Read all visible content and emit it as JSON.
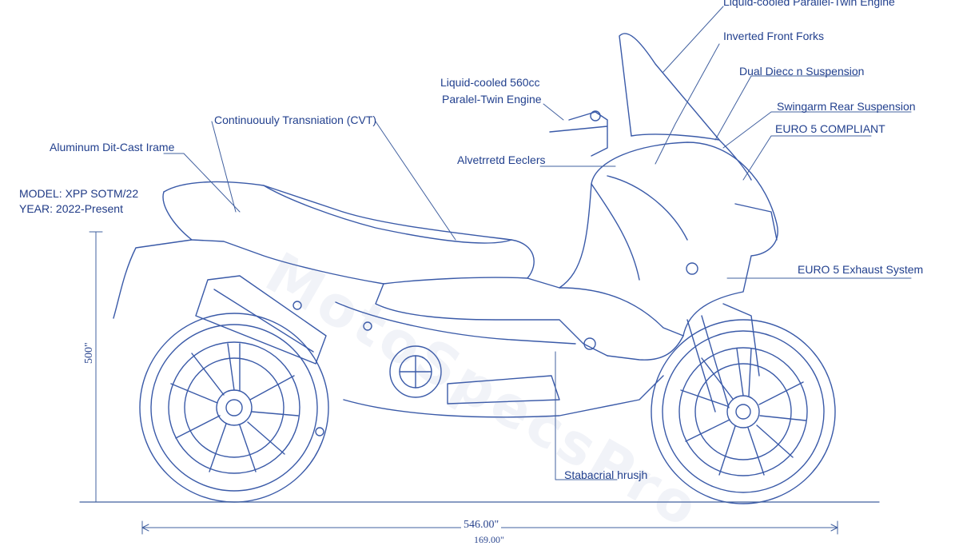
{
  "meta": {
    "model": "MODEL: XPP SOTM/22",
    "year": "YEAR: 2022-Present"
  },
  "callouts": {
    "top_engine": "Liquid-cooled Parallel-Twin Engine",
    "inverted_forks": "Inverted Front Forks",
    "dual_disc": "Dual Diecc n Suspension",
    "swingarm": "Swingarm Rear Suspension",
    "euro5": "EURO 5 COMPLIANT",
    "engine_line1": "Liquid-cooled 560cc",
    "engine_line2": "Paralel-Twin Engine",
    "cvt": "Continuouuly Transniation (CVT)",
    "frame": "Aluminum Dit-Cast Irame",
    "brakes": "Alvetrretd Eeclers",
    "exhaust": "EURO 5 Exhaust System",
    "stand": "Stabacrial hrusjh"
  },
  "dimensions": {
    "height": "500\"",
    "length": "546.00\"",
    "length_overall": "169.00\""
  },
  "watermark": "MotoSpecsPro",
  "colors": {
    "ink": "#22408e",
    "line": "#2f4f9e"
  }
}
